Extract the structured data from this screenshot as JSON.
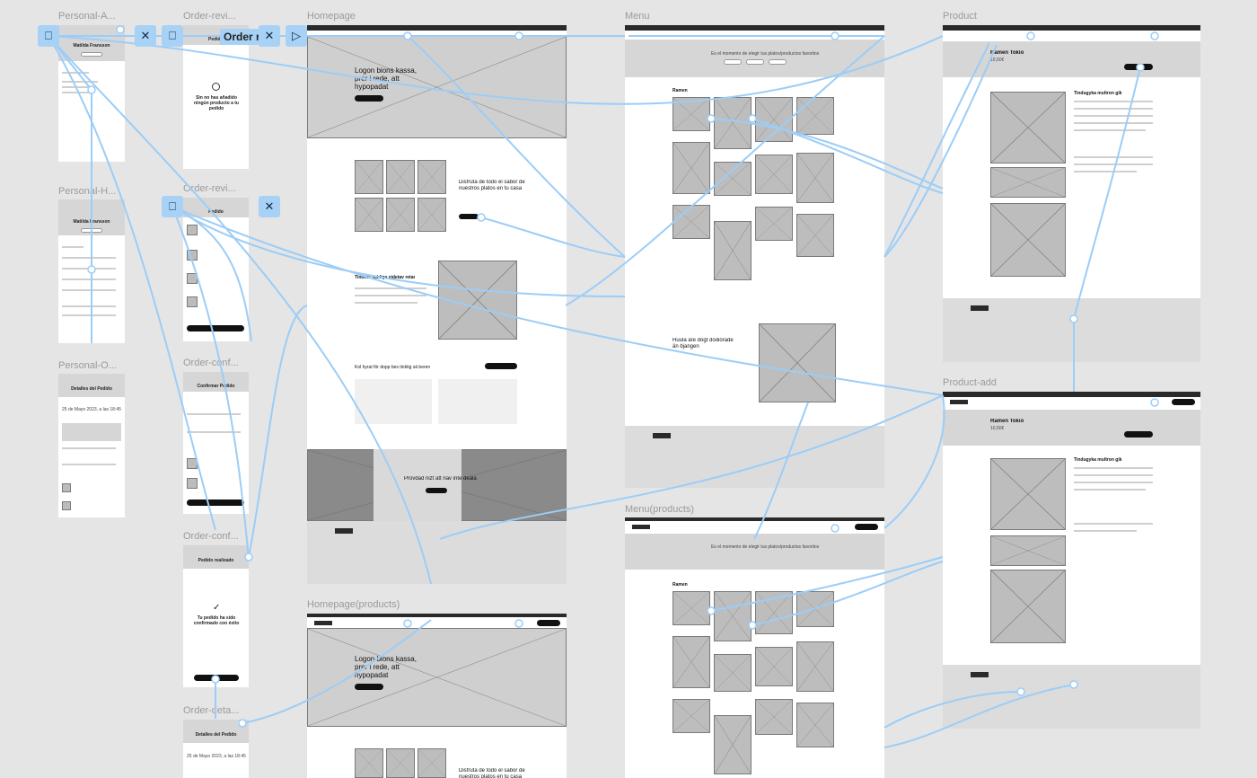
{
  "frames": {
    "personal_a": "Personal-A...",
    "personal_h": "Personal-H...",
    "personal_o": "Personal-O...",
    "order_revi_1": "Order-revi...",
    "order_revi_2": "Order-revi...",
    "order_conf_1": "Order-conf...",
    "order_conf_2": "Order-conf...",
    "order_deta": "Order-deta...",
    "homepage": "Homepage",
    "homepage_products": "Homepage(products)",
    "menu": "Menu",
    "menu_products": "Menu(products)",
    "product": "Product",
    "product_add": "Product-add"
  },
  "toolbar": {
    "order_label": "Order r",
    "close_icon_glyph": "✕",
    "play_icon_glyph": "▷",
    "mobile_icon_glyph": "⎕"
  },
  "personal": {
    "name": "Matilda Fransson",
    "detalles": "Detalles del Pedido",
    "date": "25 de Mayo 2023, a las 18:45pm"
  },
  "order": {
    "empty_title": "Sin no has añadido ningún producto a tu pedido",
    "pedido": "Pedido",
    "confirmar": "Confirmar Pedido",
    "realizado": "Pedido realizado",
    "confirmado": "Tu pedido ha sido confirmado con éxito",
    "detalles": "Detalles del Pedido",
    "date": "25 de Mayo 2023, a las 18:45pm"
  },
  "homepage": {
    "hero": "Logon bions kassa, prer i rede, att hypopadat",
    "disfruta": "Disfruta de todo el sabor de nuestros platos en tu casa",
    "section2": "Tindeta sukliga videtav retar",
    "reviews": "Kol hyrat för dopp bes tinktig så beren",
    "banner": "Provdad nizt att nav inte deala"
  },
  "homepage_products": {
    "hero": "Logon bions kassa, prer i rede, att hypopadat",
    "disfruta": "Disfruta de todo el sabor de nuestros platos en tu casa"
  },
  "menu": {
    "subtitle": "Es el momento de elegir tus platos/productos favoritos",
    "category": "Ramen",
    "section": "Huula äre dögt dödiörade än bjangen"
  },
  "menu_products": {
    "subtitle": "Es el momento de elegir tus platos/productos favoritos",
    "category": "Ramen"
  },
  "product": {
    "title": "Ramen Tokio",
    "price": "10,50€",
    "heading": "Tindugyka multron gik"
  },
  "product_add": {
    "title": "Ramen Tokio",
    "price": "10,50€",
    "heading": "Tindugyka multron gik"
  },
  "colors": {
    "canvas": "#e5e5e5",
    "connector": "#9ccdf7",
    "placeholder": "#bdbdbd",
    "dark": "#2a2a2a"
  }
}
